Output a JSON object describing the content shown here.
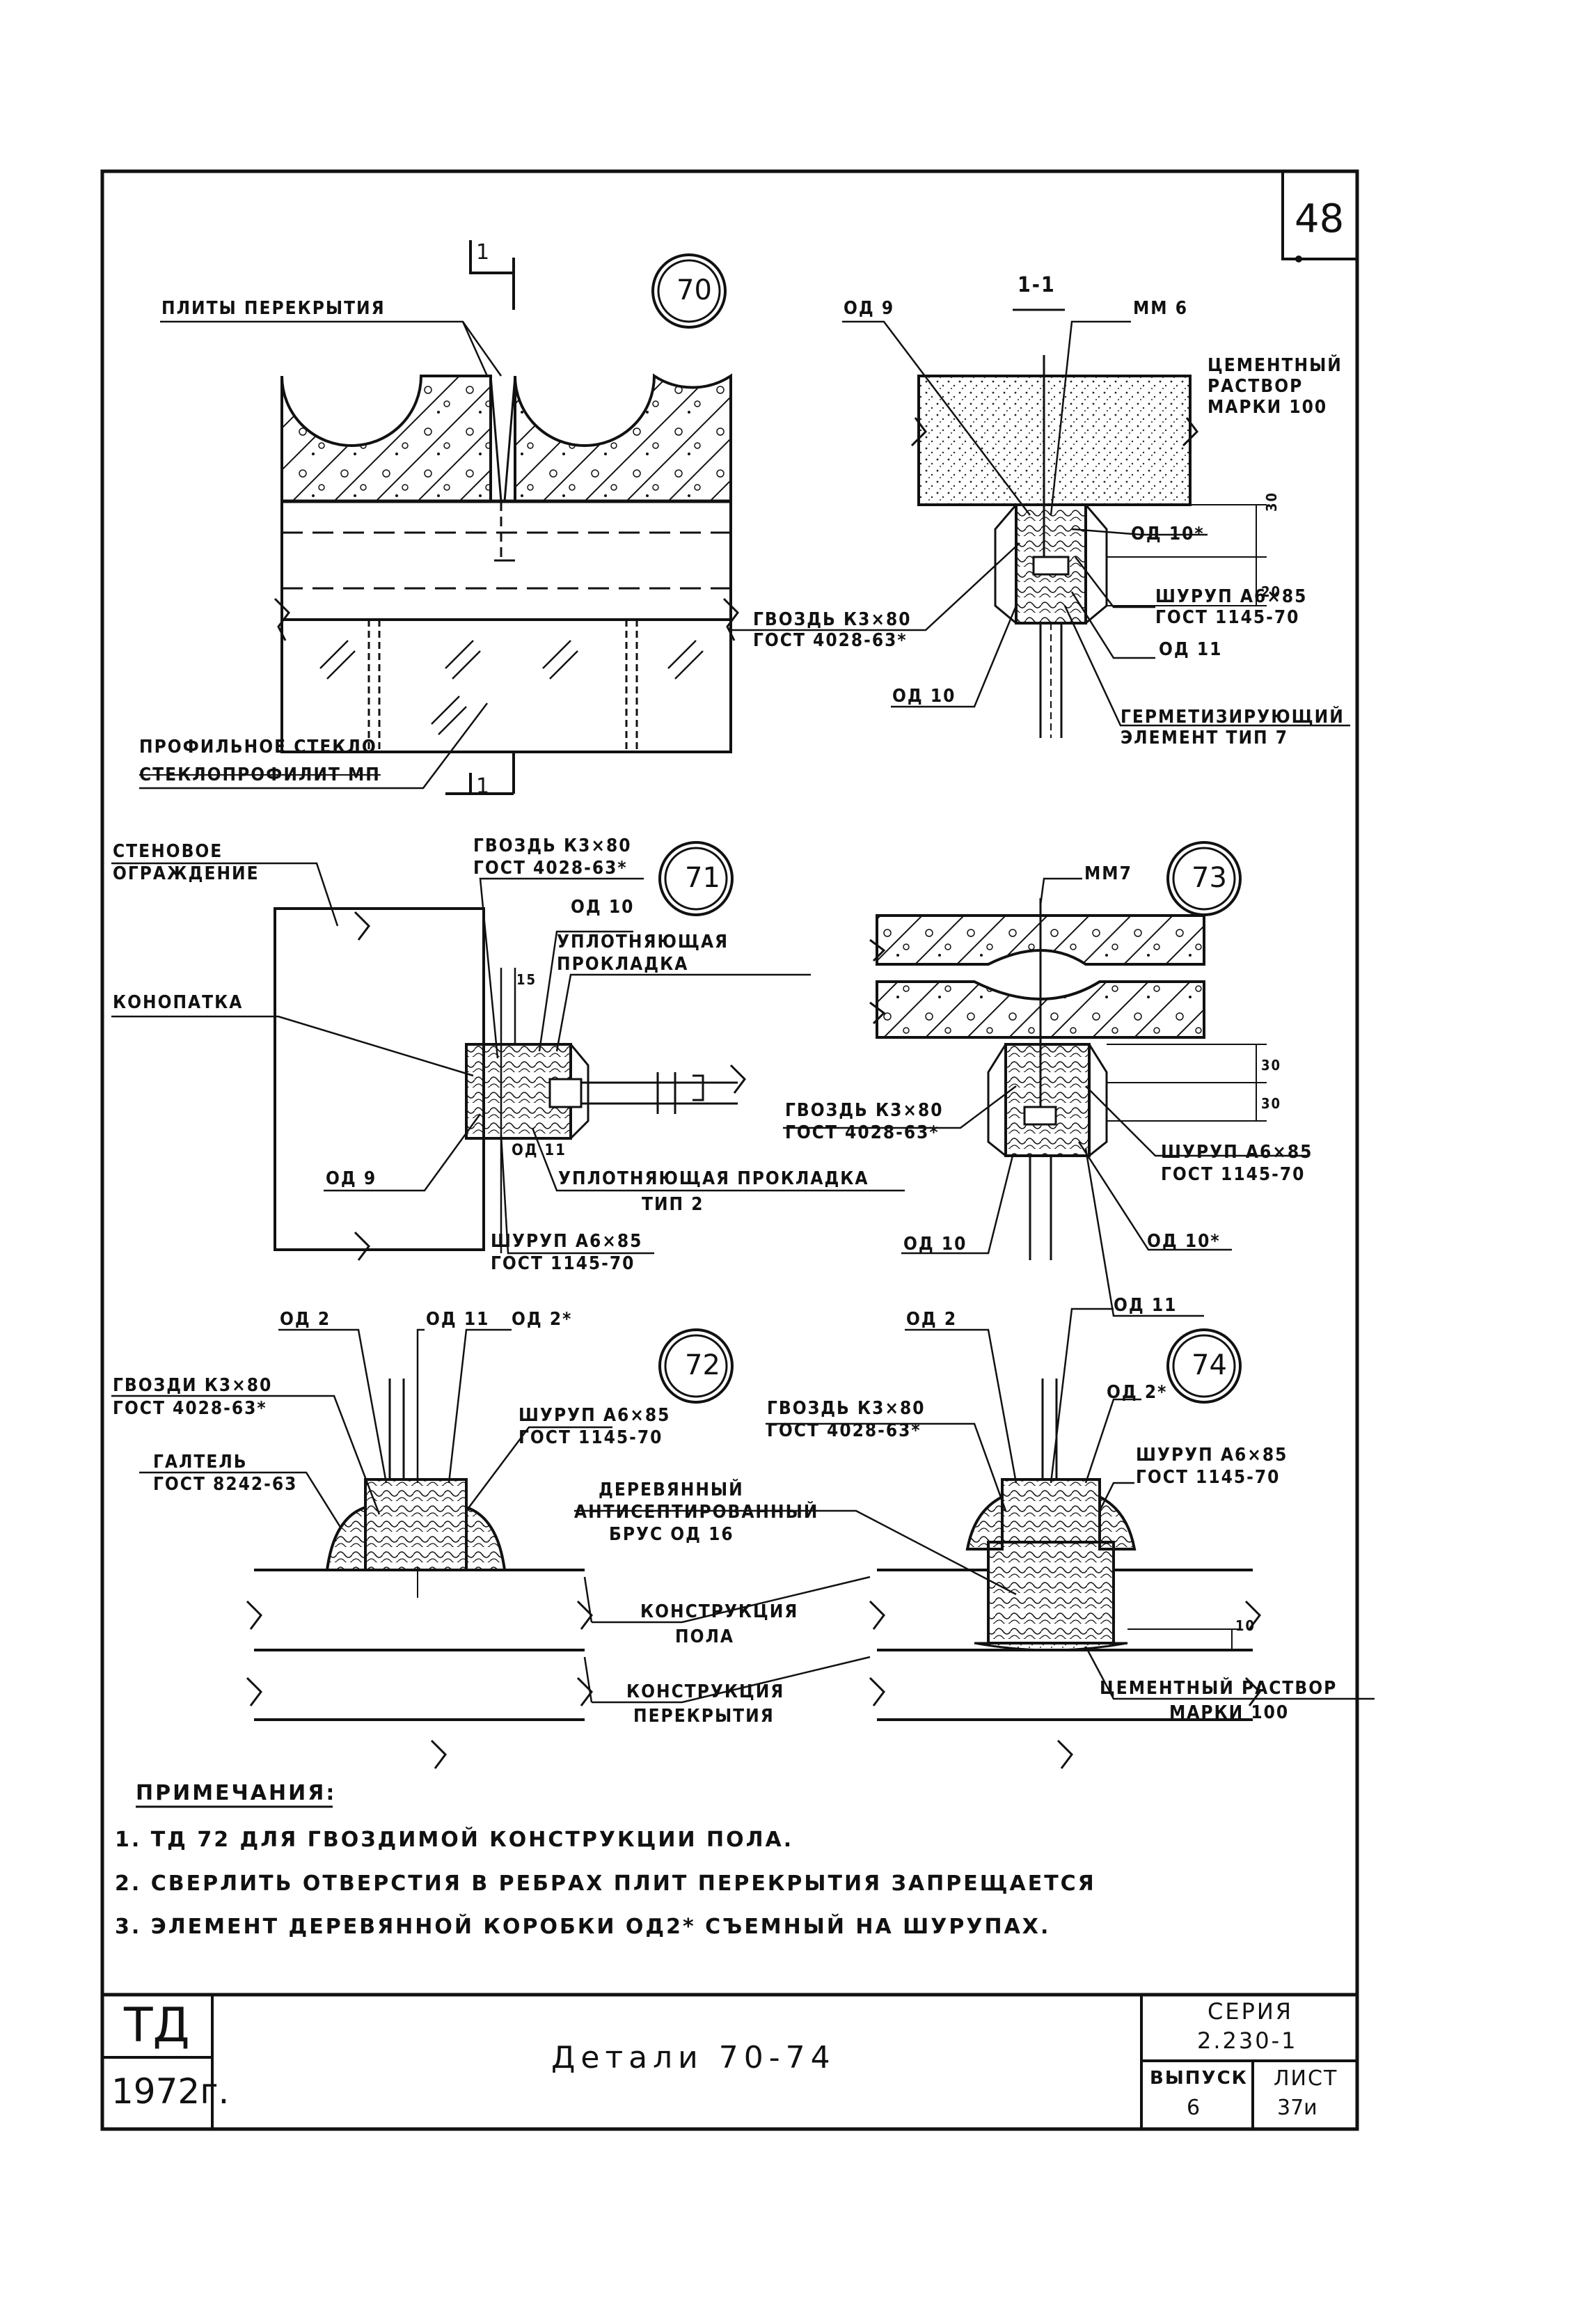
{
  "sheet": {
    "page_number": "48",
    "title_block": {
      "code": "ТД",
      "year": "1972г.",
      "title": "Детали 70-74",
      "series_label": "СЕРИЯ",
      "series_value": "2.230-1",
      "issue_label": "ВЫПУСК",
      "issue_value": "6",
      "sheet_label": "ЛИСТ",
      "sheet_value": "37и"
    }
  },
  "detail_70": {
    "marker": "70",
    "section_label": "1",
    "labels": {
      "slabs": "ПЛИТЫ ПЕРЕКРЫТИЯ",
      "glass_1": "ПРОФИЛЬНОЕ СТЕКЛО",
      "glass_2": "СТЕКЛОПРОФИЛИТ МП"
    }
  },
  "section_1_1": {
    "title": "1-1",
    "labels": {
      "od9": "ОД 9",
      "mm6": "ММ 6",
      "cement_1": "ЦЕМЕНТНЫЙ",
      "cement_2": "РАСТВОР",
      "cement_3": "МАРКИ 100",
      "od10s": "ОД 10*",
      "screw_1": "ШУРУП А6×85",
      "screw_2": "ГОСТ 1145-70",
      "od11": "ОД 11",
      "nail_1": "ГВОЗДЬ К3×80",
      "nail_2": "ГОСТ 4028-63*",
      "od10": "ОД 10",
      "seal_1": "ГЕРМЕТИЗИРУЮЩИЙ",
      "seal_2": "ЭЛЕМЕНТ ТИП 7"
    },
    "dims": [
      "30",
      "20"
    ]
  },
  "detail_71": {
    "marker": "71",
    "labels": {
      "wall_1": "СТЕНОВОЕ",
      "wall_2": "ОГРАЖДЕНИЕ",
      "nail_1": "ГВОЗДЬ К3×80",
      "nail_2": "ГОСТ 4028-63*",
      "od10": "ОД 10",
      "gasket_1": "УПЛОТНЯЮЩАЯ",
      "gasket_2": "ПРОКЛАДКА",
      "caulk": "КОНОПАТКА",
      "od9": "ОД 9",
      "od11": "ОД 11",
      "gasket2_1": "УПЛОТНЯЮЩАЯ ПРОКЛАДКА",
      "gasket2_2": "ТИП 2",
      "screw_1": "ШУРУП А6×85",
      "screw_2": "ГОСТ 1145-70"
    },
    "dims": [
      "15"
    ]
  },
  "detail_73": {
    "marker": "73",
    "labels": {
      "mm7": "ММ7",
      "nail_1": "ГВОЗДЬ К3×80",
      "nail_2": "ГОСТ 4028-63*",
      "screw_1": "ШУРУП А6×85",
      "screw_2": "ГОСТ 1145-70",
      "od10": "ОД 10",
      "od10s": "ОД 10*",
      "od11": "ОД 11"
    },
    "dims": [
      "30",
      "30"
    ]
  },
  "detail_72": {
    "marker": "72",
    "labels": {
      "od2": "ОД 2",
      "od11": "ОД 11",
      "od2s": "ОД 2*",
      "nails_1": "ГВОЗДИ К3×80",
      "nails_2": "ГОСТ 4028-63*",
      "fillet_1": "ГАЛТЕЛЬ",
      "fillet_2": "ГОСТ 8242-63",
      "screw_1": "ШУРУП А6×85",
      "screw_2": "ГОСТ 1145-70"
    }
  },
  "detail_74": {
    "marker": "74",
    "labels": {
      "od2": "ОД 2",
      "od2s": "ОД 2*",
      "nail_1": "ГВОЗДЬ К3×80",
      "nail_2": "ГОСТ 4028-63*",
      "screw_1": "ШУРУП А6×85",
      "screw_2": "ГОСТ 1145-70",
      "beam_1": "ДЕРЕВЯННЫЙ",
      "beam_2": "АНТИСЕПТИРОВАННЫЙ",
      "beam_3": "БРУС ОД 16",
      "cement_1": "ЦЕМЕНТНЫЙ РАСТВОР",
      "cement_2": "МАРКИ 100"
    },
    "dims": [
      "10"
    ]
  },
  "shared_labels": {
    "floor_1": "КОНСТРУКЦИЯ",
    "floor_2": "ПОЛА",
    "ceiling_1": "КОНСТРУКЦИЯ",
    "ceiling_2": "ПЕРЕКРЫТИЯ"
  },
  "notes": {
    "heading": "ПРИМЕЧАНИЯ:",
    "items": [
      "1. ТД 72 ДЛЯ ГВОЗДИМОЙ КОНСТРУКЦИИ ПОЛА.",
      "2. СВЕРЛИТЬ ОТВЕРСТИЯ В РЕБРАХ ПЛИТ ПЕРЕКРЫТИЯ ЗАПРЕЩАЕТСЯ",
      "3. ЭЛЕМЕНТ ДЕРЕВЯННОЙ КОРОБКИ ОД2* СЪЕМНЫЙ НА ШУРУПАХ."
    ]
  }
}
